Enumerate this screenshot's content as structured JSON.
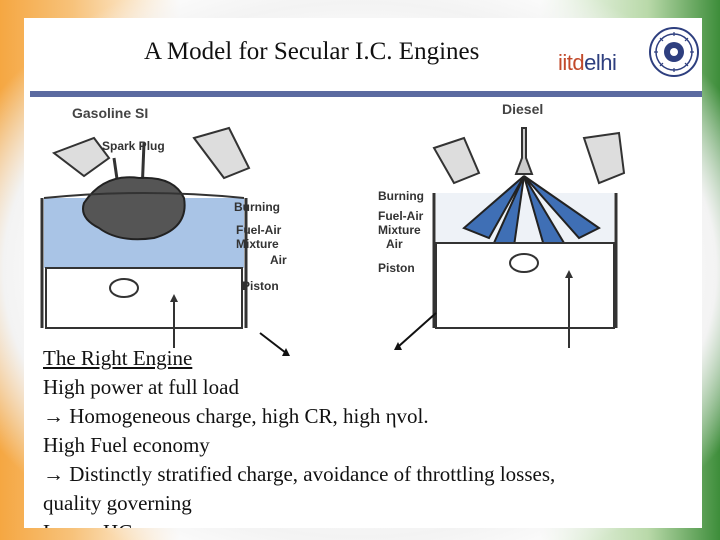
{
  "slide": {
    "title": "A Model for Secular I.C. Engines",
    "logo": {
      "part1": "iitd",
      "part2": "elhi"
    },
    "diagram": {
      "left_title": "Gasoline SI",
      "right_title": "Diesel",
      "left_labels": [
        "Spark Plug",
        "Burning",
        "Fuel-Air",
        "Mixture",
        "Air",
        "Piston"
      ],
      "right_labels": [
        "Burning",
        "Fuel-Air",
        "Mixture",
        "Air",
        "Piston"
      ]
    },
    "body": {
      "heading": "The Right Engine",
      "line1": "High power at full load",
      "line2": "→ Homogeneous charge, high CR, high ηvol.",
      "line3": "High Fuel economy",
      "line4": "→ Distinctly stratified charge, avoidance of throttling losses,",
      "line5": "quality governing",
      "line6": "Lower HC"
    }
  }
}
